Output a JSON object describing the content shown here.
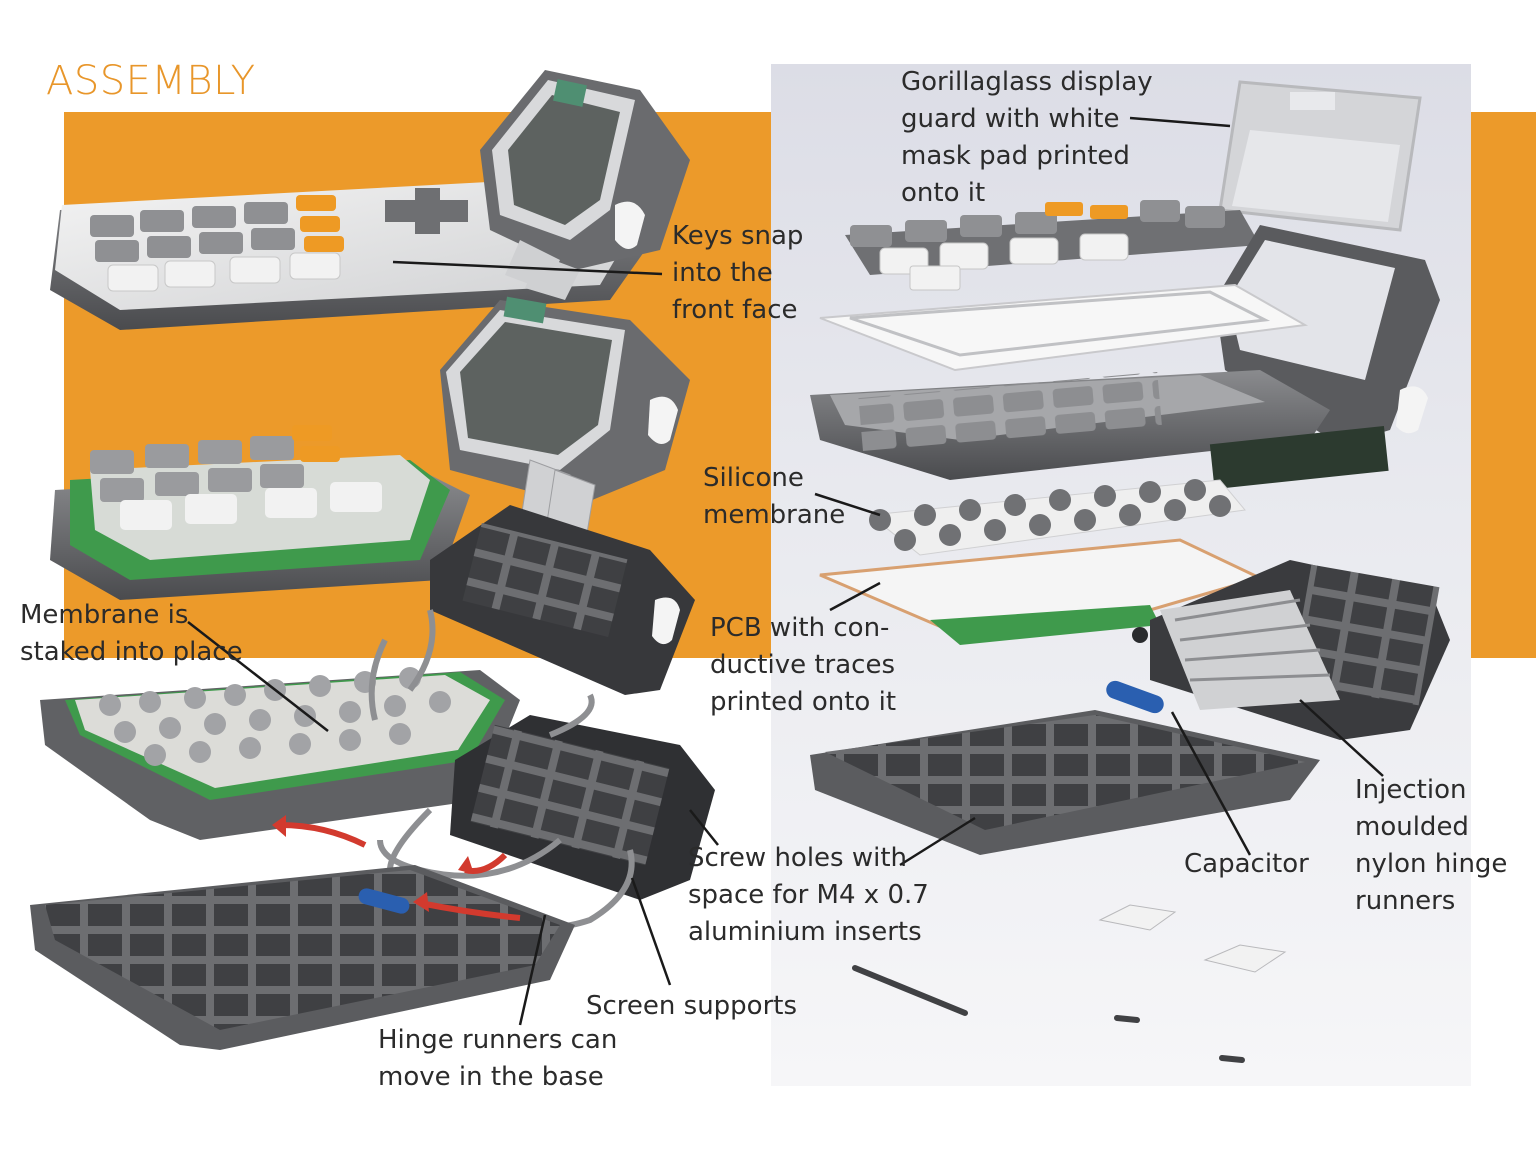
{
  "heading": "ASSEMBLY",
  "colors": {
    "accent": "#ec9a2a",
    "panel": "#e4e5ec",
    "arrow": "#d23a2e",
    "shell": "#5a5b5e"
  },
  "callouts": {
    "keys": "Keys snap\ninto the\nfront face",
    "membrane_staked": "Membrane is\nstaked into place",
    "screw_holes": "Screw holes with\nspace for M4 x 0.7\naluminium inserts",
    "screen_supports": "Screen supports",
    "hinge_runners_base": "Hinge runners can\nmove in the base",
    "gorillaglass": "Gorillaglass display\nguard with white\nmask pad printed\nonto it",
    "silicone": "Silicone\nmembrane",
    "pcb": "PCB with con-\nductive traces\nprinted onto it",
    "capacitor": "Capacitor",
    "injection": "Injection\nmoulded\nnylon hinge\nrunners"
  }
}
